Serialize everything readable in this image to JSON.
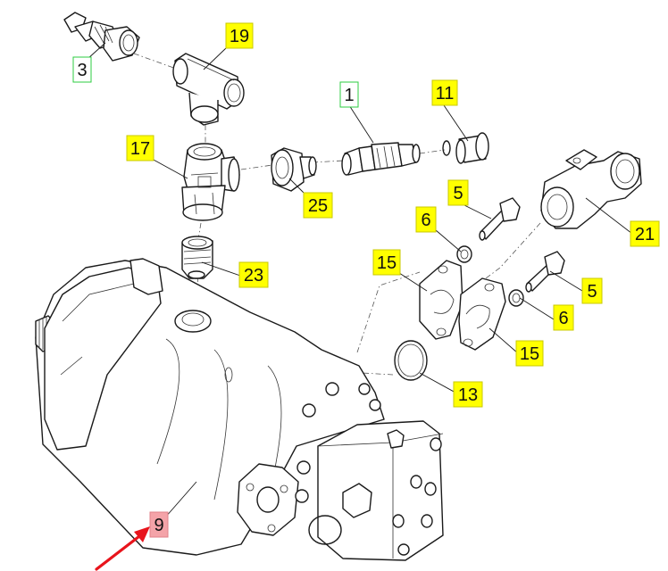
{
  "colors": {
    "callout_yellow": "#ffff00",
    "callout_green_border": "#2ecc40",
    "callout_pink": "#f4a3a8",
    "arrow_red": "#e8141c",
    "line": "#1a1a1a"
  },
  "callouts": [
    {
      "id": "c19",
      "text": "19",
      "style": "yellow"
    },
    {
      "id": "c3",
      "text": "3",
      "style": "green-outline"
    },
    {
      "id": "c1",
      "text": "1",
      "style": "green-outline"
    },
    {
      "id": "c11",
      "text": "11",
      "style": "yellow"
    },
    {
      "id": "c17",
      "text": "17",
      "style": "yellow"
    },
    {
      "id": "c25",
      "text": "25",
      "style": "yellow"
    },
    {
      "id": "c5a",
      "text": "5",
      "style": "yellow"
    },
    {
      "id": "c6a",
      "text": "6",
      "style": "yellow"
    },
    {
      "id": "c21",
      "text": "21",
      "style": "yellow"
    },
    {
      "id": "c15a",
      "text": "15",
      "style": "yellow"
    },
    {
      "id": "c23",
      "text": "23",
      "style": "yellow"
    },
    {
      "id": "c5b",
      "text": "5",
      "style": "yellow"
    },
    {
      "id": "c6b",
      "text": "6",
      "style": "yellow"
    },
    {
      "id": "c15b",
      "text": "15",
      "style": "yellow"
    },
    {
      "id": "c13",
      "text": "13",
      "style": "yellow"
    },
    {
      "id": "c9",
      "text": "9",
      "style": "pink"
    }
  ]
}
